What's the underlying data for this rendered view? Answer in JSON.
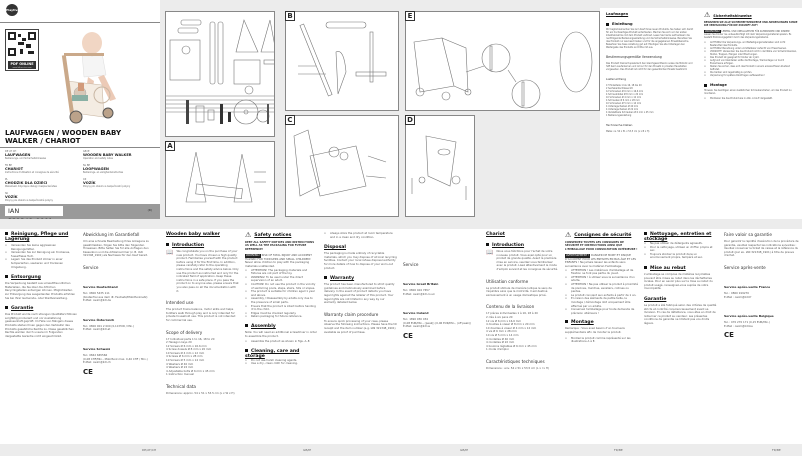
{
  "cover": {
    "logo": "Playtive Junior",
    "qr_label": "PDF ONLINE",
    "qr_sublabel": "www.lidl-service.com",
    "title": "LAUFWAGEN / WOODEN BABY WALKER / CHARIOT",
    "languages": [
      {
        "codes": "DE AT CH",
        "name": "LAUFWAGEN",
        "sub": "Bedienungs- und Sicherheitshinweise"
      },
      {
        "codes": "GB IE",
        "name": "WOODEN BABY WALKER",
        "sub": "Operation and safety notes"
      },
      {
        "codes": "FR BE",
        "name": "CHARIOT",
        "sub": "Instructions d'utilisation et consignes de sécurité"
      },
      {
        "codes": "NL BE",
        "name": "LOOPWAGEN",
        "sub": "Bedienings- en veiligheidsinstructies"
      },
      {
        "codes": "PL",
        "name": "CHODZIK DLA DZIECI",
        "sub": "Wskazówki dotyczące obsługi i bezpieczeństwa"
      },
      {
        "codes": "CZ",
        "name": "VOZÍK",
        "sub": "Pokyny pro obsluhu a bezpečnostní pokyny"
      },
      {
        "codes": "SK",
        "name": "VOZÍK",
        "sub": "Pokyny pre obsluhu a bezpečnostné pokyny"
      }
    ],
    "ian": "IAN 321348_1901",
    "badge": "(R)"
  },
  "diagrams": {
    "overview_labels": [
      "1",
      "2",
      "3",
      "4",
      "5",
      "6",
      "7",
      "8",
      "9",
      "10",
      "11",
      "12",
      "13",
      "14",
      "15",
      "16",
      "17",
      "18",
      "19",
      "20"
    ],
    "figures": [
      "A",
      "B",
      "C",
      "D",
      "E"
    ]
  },
  "de_intro": {
    "title": "Laufwagen",
    "intro_heading": "Einleitung",
    "intro_text": "Wir beglückwünschen Sie zum Kauf Ihres neuen Produkts. Sie haben sich damit für ein hochwertiges Produkt entschieden. Machen Sie sich vor der ersten Inbetriebnahme mit dem Produkt vertraut. Lesen Sie hierzu aufmerksam die nachfolgende Bedienungsanleitung und die Sicherheitshinweise. Benutzen Sie das Produkt nur wie beschrieben und für die angegebenen Einsatzbereiche. Bewahren Sie diese Anleitung gut auf. Händigen Sie alle Unterlagen bei Weitergabe des Produkts an Dritte mit aus.",
    "intended_heading": "Bestimmungsgemäße Verwendung",
    "intended_text": "Das Produkt trainiert spielerisch den Gleichgewichtssinn sowie die Motorik und hilft beim Laufenlernen und ist nur für den Einsatz in privaten Haushalten vorgesehen. Das Produkt ist nicht für den gewerblichen Einsatz bestimmt.",
    "delivery_heading": "Lieferumfang",
    "delivery_items": [
      "17 Einzelteile 1 bis 16, 18 bis 20",
      "2 Sechskantschlüssel 20",
      "12 Schrauben Ø 6 mm x 16,6 mm",
      "4 Schraubdübel Ø 8 mm x 20 mm",
      "10 Schrauben Ø 4 mm x 12 mm",
      "4 Schrauben Ø 6 mm x 28 mm",
      "10 Schrauben Ø 5 mm x 14 mm",
      "4 Unterlegscheiben Ø 40 mm",
      "4 Unterlegscheiben Ø 22 mm",
      "4 Verstellbare Schrauben Ø 6 mm x 45 mm",
      "1 Bedienungsanleitung"
    ],
    "tech_heading": "Technische Daten",
    "tech_text": "Maße: ca. 54 x 51 x 53,5 cm (L x B x H)"
  },
  "de_safety": {
    "heading": "Sicherheitshinweise",
    "keep": "BEWAHREN SIE ALLE SICHERHEITSHINWEISE UND ANWEISUNGEN SOWIE DIE VERPACKUNG FÜR DIE ZUKUNFT AUF!",
    "warn_label": "WARNUNG!",
    "warn_text": "LEBENS- UND UNFALLGEFAHR FÜR KLEINKINDER UND KINDER! Lassen Sie Kinder nie unbeaufsichtigt mit dem Verpackungsmaterial spielen. Es besteht Erstickungsgefahr durch das Verpackungsmaterial.",
    "items": [
      "ACHTUNG! Die Verpackungs- und Befestigungsmaterialien sind nicht Bestandteil des Produkts.",
      "ACHTUNG! Benutzung unter unmittelbarer Aufsicht von Erwachsenen.",
      "VORSICHT! Verwenden Sie das Produkt nicht in der Nähe von Schwimmbecken, Stufen, Treppen, Hängen oder Böschungen.",
      "Das Produkt ist geeignet für Kinder ab 1 Jahr.",
      "Aufgrund von Kleinteilen sollte die Montage / Demontage nur durch Erwachsene erfolgen.",
      "Stellen Sie sicher, dass sich das Produkt in einem einwandfreien Zustand befindet.",
      "Die Kanten sind regelmäßig zu prüfen.",
      "Verpackung für spätere Rückfragen aufbewahren!"
    ],
    "assembly_heading": "Montage",
    "assembly_note": "Hinweis: Sie benötigen einen zusätzlichen Schraubendreher, um das Produkt zu montieren.",
    "assembly_step": "Montieren Sie das Produkt wie in Abb. A bis E dargestellt."
  },
  "bottom_de": {
    "cleaning_heading": "Reinigung, Pflege und Lagerung",
    "cleaning_items": [
      "Verwenden Sie keine aggressiven Reinigungsmittel.",
      "Verwenden Sie zur Reinigung ein trockenes, fusselfreies Tuch.",
      "Lagern Sie das Produkt immer in einer temperierten, sauberen und trockenen Umgebung."
    ],
    "disposal_heading": "Entsorgung",
    "disposal_text": "Die Verpackung besteht aus umweltfreundlichen Materialien, die Sie über die örtlichen Recyclingstellen entsorgen können. Möglichkeiten zur Entsorgung des ausgedienten Produkts erfahren Sie bei Ihrer Gemeinde- oder Stadtverwaltung.",
    "warranty_heading": "Garantie",
    "warranty_text": "Das Produkt wurde nach strengen Qualitätsrichtlinien sorgfältig produziert und vor Auslieferung gewissenhaft geprüft. Im Falle von Mängeln dieses Produkts stehen Ihnen gegen den Verkäufer des Produkts gesetzliche Rechte zu. Diese gesetzlichen Rechte werden durch unsere im Folgenden dargestellte Garantie nicht eingeschränkt.",
    "claim_heading": "Abwicklung im Garantiefall",
    "claim_text": "Um eine schnelle Bearbeitung Ihres Anliegens zu gewährleisten, folgen Sie bitte den folgenden Hinweisen. Bitte halten Sie für alle Anfragen den Kassenbon und die Artikelnummer (z. B. IAN 321348_1901) als Nachweis für den Kauf bereit.",
    "service_heading": "Service",
    "services": [
      {
        "country": "DE",
        "name": "Service Deutschland",
        "tel": "Tel.: 0800 5435 111",
        "extra": "(Kostenfrei aus dem dt. Festnetz/Mobilfunknetz)",
        "email": "E-Mail: owim@lidl.de"
      },
      {
        "country": "AT",
        "name": "Service Österreich",
        "tel": "Tel.: 0800 001 2 000 (0,10 EUR / Min.)",
        "extra": "",
        "email": "E-Mail: owim@lidl.at"
      },
      {
        "country": "CH",
        "name": "Service Schweiz",
        "tel": "Tel.: 0842 665566",
        "extra": "(0,08 CHF/Min., Mobilfunk max. 0,40 CHF / Min.)",
        "email": "E-Mail: owim@lidl.ch"
      }
    ],
    "ce": "CE",
    "page_no": "DE/AT/CH"
  },
  "bottom_gb": {
    "title": "Wooden baby walker",
    "intro_heading": "Introduction",
    "intro_text": "We congratulate you on the purchase of your new product. You have chosen a high quality product. Familiarise yourself with the product before using it for the first time. In addition, please carefully refer to the operating instructions and the safety advice below. Only use the product as instructed and only for the indicated field of application. Keep these instructions in a safe place. If you pass the product on to anyone else, please ensure that you also pass on all the documentation with it.",
    "intended_heading": "Intended use",
    "intended_text": "The product trains balance, motor skills and helps toddlers walk through play and is only intended for private household use. This product is not intended for commercial use.",
    "delivery_heading": "Scope of delivery",
    "delivery_items": [
      "17 Individual parts 1 to 16, 18 to 20",
      "2 Hexagon keys 20",
      "12 Screws Ø 6 mm x 16.6 mm",
      "4 Screw dowels Ø 8 mm x 20 mm",
      "10 Screws Ø 4 mm x 12 mm",
      "4 Screws Ø 6 mm x 28 mm",
      "10 Screws Ø 5 mm x 14 mm",
      "4 Washers Ø 40 mm",
      "4 Washers Ø 22 mm",
      "4 Adjustable bolts Ø 6 mm x 45 mm",
      "1 Instruction manual"
    ],
    "tech_heading": "Technical data",
    "tech_text": "Dimensions: approx. 54 x 51 x 53.5 cm (L x W x H)",
    "safety_heading": "Safety notices",
    "safety_keep": "KEEP ALL SAFETY NOTICES AND INSTRUCTIONS AS WELL AS THE PACKAGING FOR FUTURE REFERENCE!",
    "warn_label": "WARNING!",
    "warn_text": "RISK OF FATAL INJURY AND ACCIDENT HAZARD FOR TODDLERS AND SMALL CHILDREN! Never allow children to play with the packaging materials unattended.",
    "safety_items": [
      "ATTENTION! The packaging materials and fixtures are not part of the toy.",
      "WARNING! To be used under the direct supervision of an adult.",
      "CAUTION! Do not use the product in the vicinity of swimming pools, steps, stairs, hills or slopes.",
      "The product is suitable for children aged 1 year and above.",
      "Assembly / Disassembly by adults only due to the presence of small parts.",
      "Ensure that the product is intact before handing it to the child.",
      "Edges must be checked regularly.",
      "Retain packaging for future reference."
    ],
    "assembly_heading": "Assembly",
    "assembly_note": "Note: You will need an additional screwdriver in order to assemble the product.",
    "assembly_step": "Assemble the product as shown in figs. A–E.",
    "cleaning_heading": "Cleaning, care and storage",
    "cleaning_items": [
      "Do not use harsh cleaning agents.",
      "Use a dry, clean cloth for cleaning.",
      "Always store the product at room temperature and in a clean and dry condition."
    ],
    "disposal_heading": "Disposal",
    "disposal_text": "The packaging is made entirely of recyclable materials, which you may dispose of at local recycling facilities. Contact your local refuse disposal authority for more details of how to dispose of your worn-out product.",
    "warranty_heading": "Warranty",
    "warranty_text": "The product has been manufactured to strict quality guidelines and meticulously examined before delivery. In the event of product defects you have legal rights against the retailer of this product. Your legal rights are not limited in any way by our warranty detailed below.",
    "claim_heading": "Warranty claim procedure",
    "claim_text": "To ensure quick processing of your case, please observe the following instructions. Please have the till receipt and the item number (e.g. IAN 321348_1901) available as proof of purchase.",
    "service_heading": "Service",
    "services": [
      {
        "country": "GB",
        "name": "Service Great Britain",
        "tel": "Tel.: 0800 404 7657",
        "extra": "",
        "email": "E-Mail: owim@lidl.co.uk"
      },
      {
        "country": "IE",
        "name": "Service Ireland",
        "tel": "Tel.: 1890 930 034",
        "extra": "(0,08 EUR/Min., (peak)) (0,06 EUR/Min., (off peak))",
        "email": "E-Mail: owim@lidl.ie"
      }
    ],
    "ce": "CE",
    "page_no_a": "GB/IE",
    "page_no_b": "GB/IE"
  },
  "bottom_fr": {
    "title": "Chariot",
    "intro_heading": "Introduction",
    "intro_text": "Nous vous félicitons pour l'achat de votre nouveau produit. Vous avez opté pour un produit de grande qualité. Avant la première mise en service, veuillez vous familiariser avec le produit. Lisez attentivement le mode d'emploi suivant et les consignes de sécurité.",
    "intended_heading": "Utilisation conforme",
    "intended_text": "Le produit stimule de manière ludique le sens de l'équilibre ainsi que la motricité. Il est destiné exclusivement à un usage domestique privé.",
    "delivery_heading": "Contenu de la livraison",
    "delivery_items": [
      "17 pièces individuelles 1 à 16, 18 à 20",
      "2 clés à six pans 20",
      "12 vis Ø 6 mm x 16,6 mm",
      "4 douilles à visser Ø 8 mm x 20 mm",
      "10 douilles à visser Ø 4 mm x 12 mm",
      "4 vis Ø 6 mm x 28 mm",
      "10 vis Ø 5 mm x 14 mm",
      "4 rondelles Ø 40 mm",
      "4 rondelles Ø 22 mm",
      "4 boulons réglables Ø 6 mm x 45 mm",
      "1 mode d'emploi"
    ],
    "tech_heading": "Caractéristiques techniques",
    "tech_text": "Dimensions : env. 54 x 51 x 53,5 cm (L x l x H)",
    "safety_heading": "Consignes de sécurité",
    "safety_keep": "CONSERVEZ TOUTES LES CONSIGNES DE SÉCURITÉ ET INSTRUCTIONS AINSI QUE L'EMBALLAGE POUR CONSULTATION ULTÉRIEURE !",
    "warn_label": "AVERTISSEMENT !",
    "warn_text": "DANGER DE MORT ET RISQUE D'ACCIDENT POUR LES ENFANTS EN BAS ÂGE ET LES ENFANTS ! Ne jamais laisser les enfants sans surveillance avec le matériel d'emballage.",
    "safety_items": [
      "ATTENTION ! Les matériaux d'emballage et de fixation ne font pas partie du jouet.",
      "ATTENTION ! À utiliser sous la surveillance d'un adulte.",
      "ATTENTION ! Ne pas utiliser le produit à proximité de piscines, marches, escaliers, collines ou pentes.",
      "Le produit convient aux enfants à partir de 1 an.",
      "En raison des éléments de petite taille, le montage / démontage doit uniquement être effectué par un adulte.",
      "Conservez l'emballage pour toute demande de précision ultérieure !"
    ],
    "assembly_heading": "Montage",
    "assembly_note": "Remarque : Vous avez besoin d'un tournevis supplémentaire afin de monter le produit.",
    "assembly_step": "Montez le produit comme représenté sur les illustrations A à E.",
    "cleaning_heading": "Nettoyage, entretien et stockage",
    "cleaning_items": [
      "Ne pas utiliser de détergents agressifs.",
      "Pour le nettoyage, utilisez un chiffon propre et sec.",
      "Toujours stocker le produit dans un environnement propre, tempéré et sec."
    ],
    "disposal_heading": "Mise au rebut",
    "disposal_text": "L'emballage se compose de matières recyclables pouvant être mises au rebut dans les déchetteries locales. Pour en savoir plus sur la mise au rebut du produit usagé, renseignez-vous auprès de votre municipalité.",
    "warranty_heading": "Garantie",
    "warranty_text": "Le produit a été fabriqué selon des critères de qualité stricts et contrôlé consciencieusement avant sa livraison. En cas de défaillance, vous êtes en droit de retourner ce produit au vendeur. Les présentes conditions de garantie ne limitent pas vos droits légaux.",
    "claim_heading": "Faire valoir sa garantie",
    "claim_text": "Pour garantir la rapidité d'exécution de la procédure de garantie, veuillez respecter les indications suivantes : Veuillez conserver le ticket de caisse et la référence du produit (par ex. IAN 321348_1901) à titre de preuve d'achat.",
    "service_heading": "Service après-vente",
    "services": [
      {
        "country": "FR",
        "name": "Service après-vente France",
        "tel": "Tel. : 0800 919270",
        "extra": "",
        "email": "E-Mail : owim@lidl.fr"
      },
      {
        "country": "BE",
        "name": "Service après-vente Belgique",
        "tel": "Tel. : 070 270 171 (0,15 EUR/Min.)",
        "extra": "",
        "email": "E-Mail : owim@lidl.be"
      }
    ],
    "ce": "CE",
    "page_no_a": "FR/BE",
    "page_no_b": "FR/BE"
  },
  "colors": {
    "background": "#ffffff",
    "page_gap": "#ececec",
    "ian_band": "#9a9a9a",
    "text": "#222222",
    "frame": "#888888"
  }
}
